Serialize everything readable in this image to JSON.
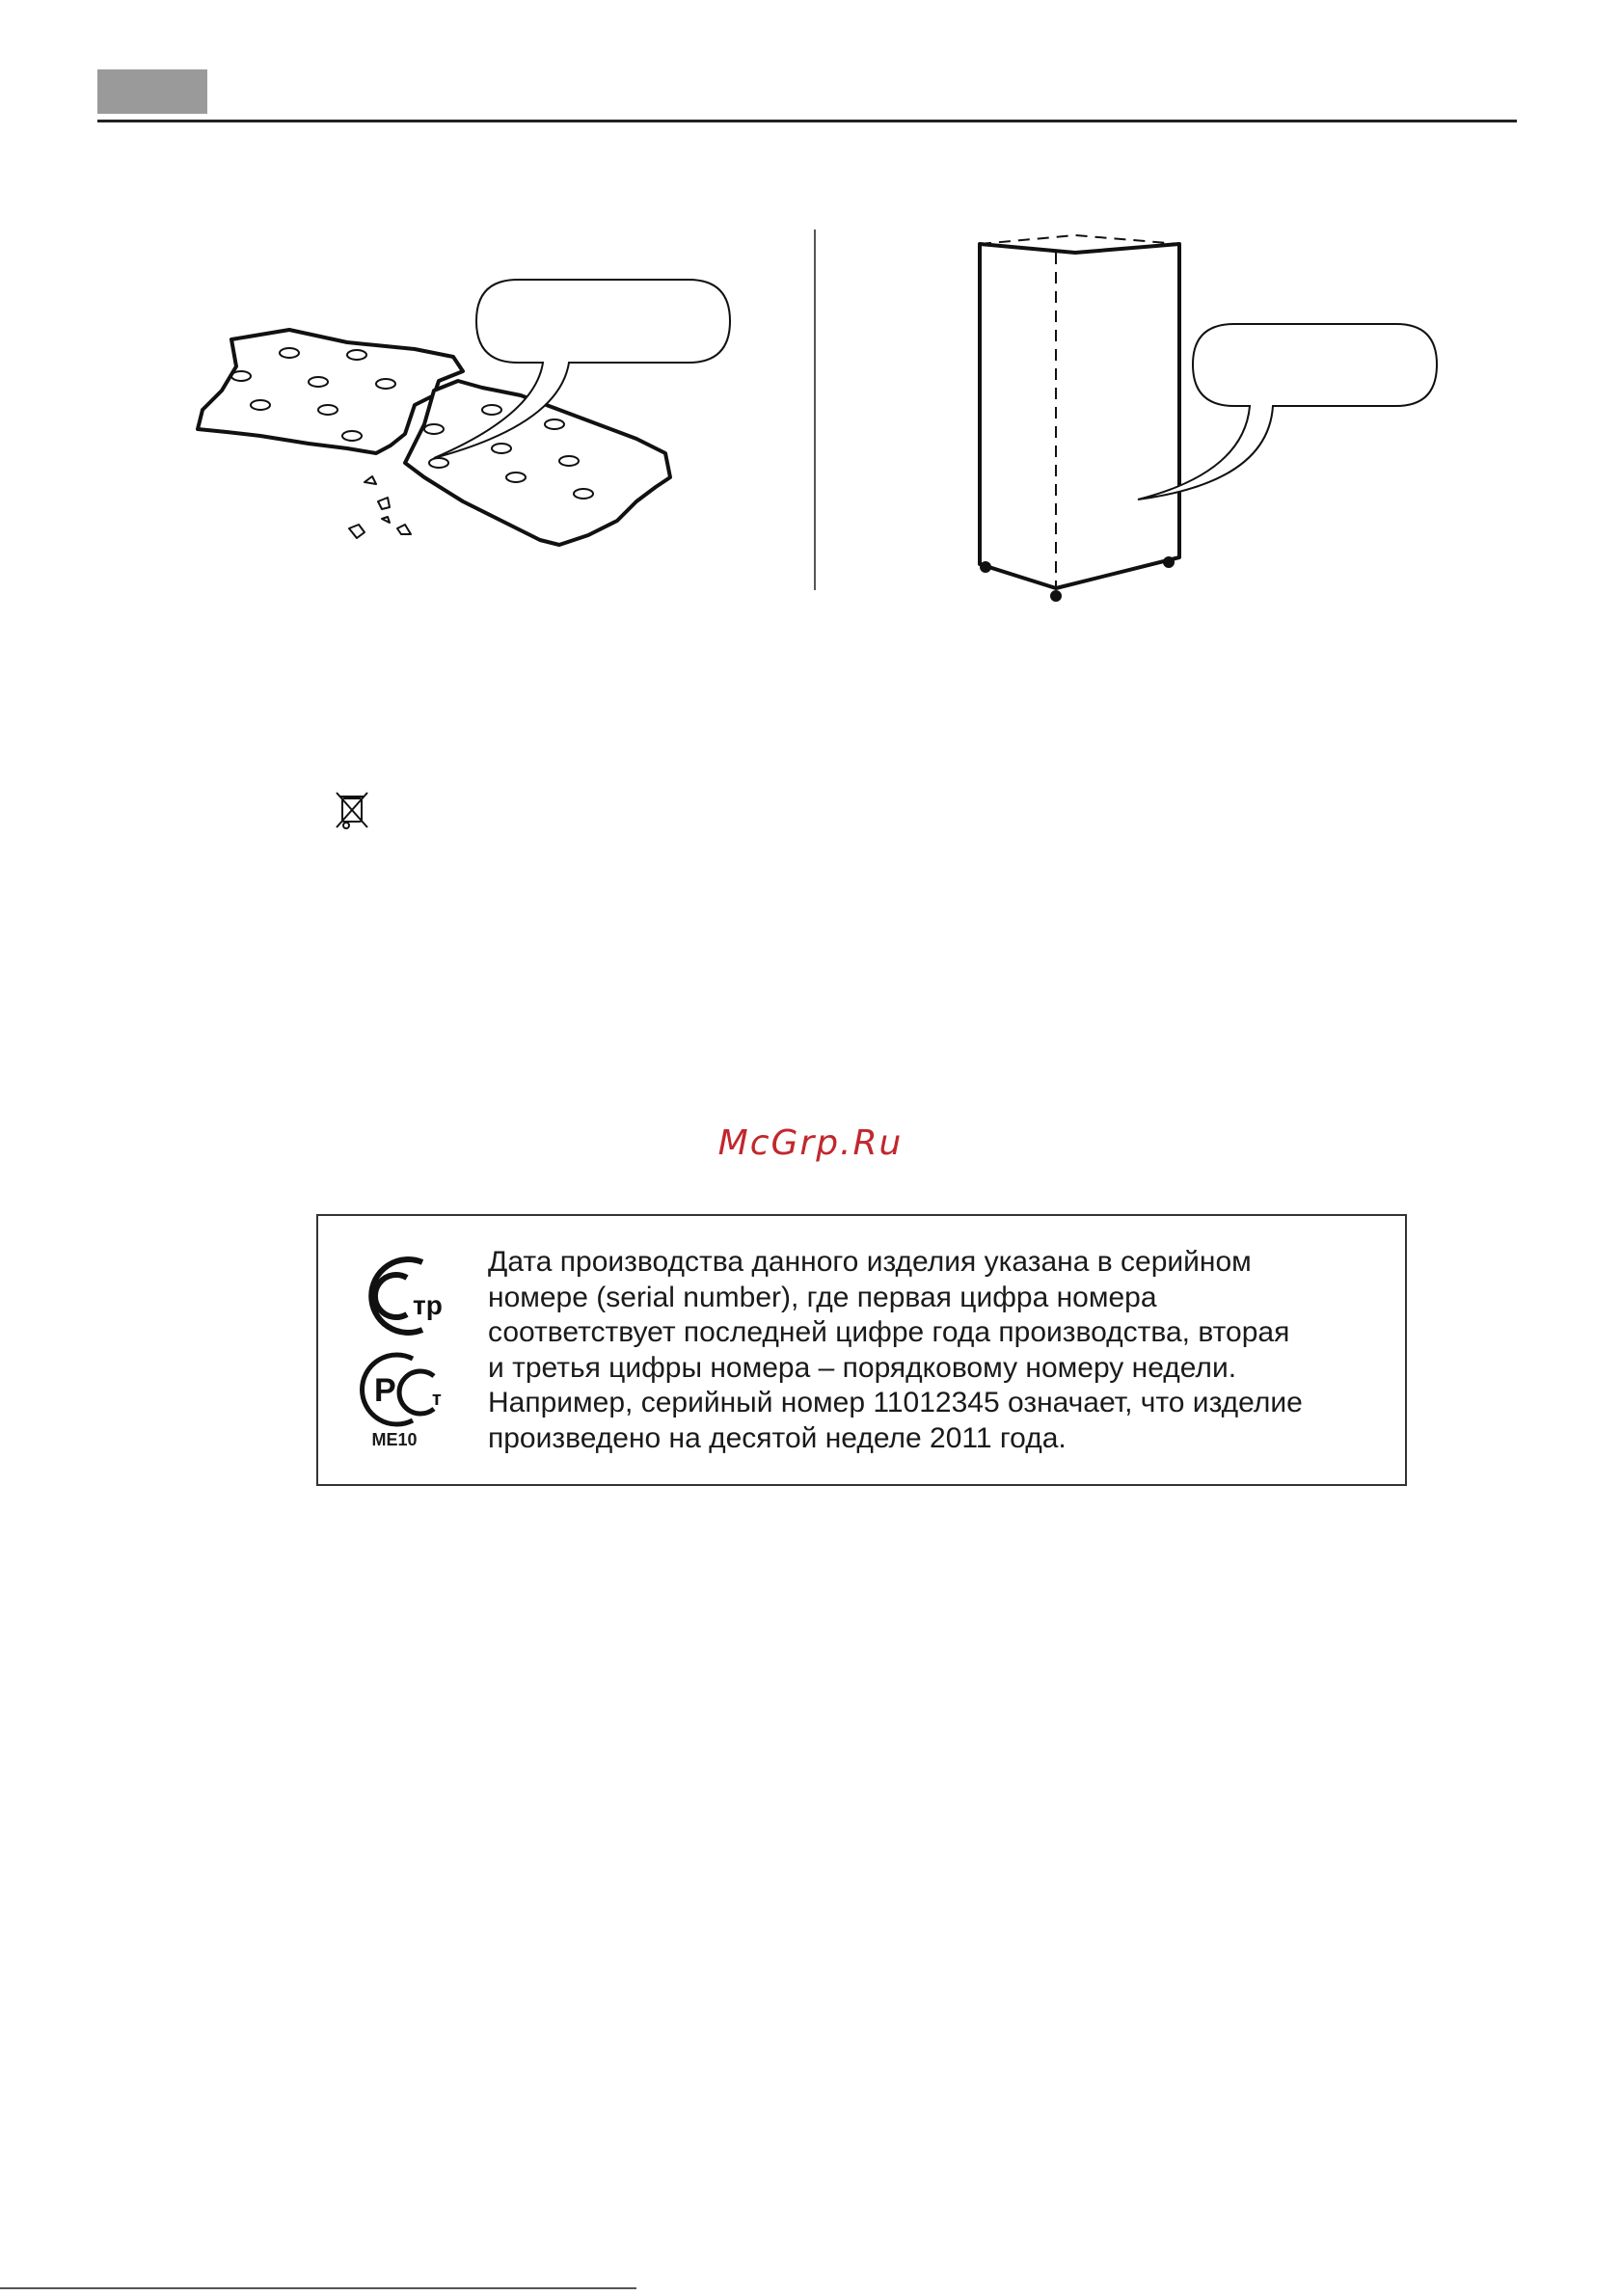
{
  "colors": {
    "header_tab": "#9a9a9a",
    "rule": "#222222",
    "watermark": "#c1272d",
    "text": "#1a1a1a"
  },
  "illustrations": {
    "left": {
      "name": "broken-insulation-panel",
      "icon": "broken-panel-with-speech-bubble"
    },
    "right": {
      "name": "packaged-appliance",
      "icon": "appliance-outline-with-speech-bubble"
    }
  },
  "weee_icon": "crossed-out-wheelie-bin-icon",
  "watermark": "McGrp.Ru",
  "notice": {
    "marks": [
      "eac-ctr-mark-icon",
      "rostest-pct-mark-icon"
    ],
    "cert_code": "ME10",
    "lines": [
      "Дата производства данного изделия указана в серийном",
      "номере (serial number), где первая цифра номера",
      "соответствует последней цифре года производства, вторая",
      "и третья цифры номера – порядковому номеру недели.",
      "Например, серийный номер 11012345 означает, что изделие",
      "произведено на десятой неделе 2011 года."
    ]
  }
}
